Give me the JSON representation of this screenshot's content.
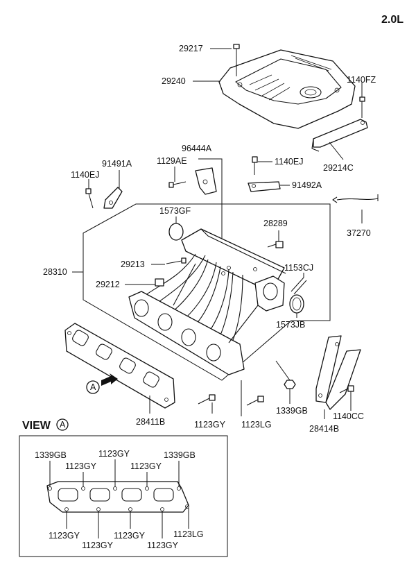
{
  "engine": "2.0L",
  "labels": {
    "c29217": "29217",
    "c29240": "29240",
    "c1140FZ": "1140FZ",
    "c29214C": "29214C",
    "c96444A": "96444A",
    "c1129AE": "1129AE",
    "c91491A": "91491A",
    "c1140EJ_l": "1140EJ",
    "c1140EJ_r": "1140EJ",
    "c91492A": "91492A",
    "c1573GF": "1573GF",
    "c28289": "28289",
    "c37270": "37270",
    "c28310": "28310",
    "c29213": "29213",
    "c29212": "29212",
    "c1153CJ": "1153CJ",
    "c1573JB": "1573JB",
    "c28411B": "28411B",
    "c1123GY": "1123GY",
    "c1123LG": "1123LG",
    "c1339GB": "1339GB",
    "c28414B": "28414B",
    "c1140CC": "1140CC",
    "arrow_a": "A"
  },
  "view": {
    "title": "VIEW",
    "marker": "A",
    "labels": {
      "v1339GB_l": "1339GB",
      "v1123GY_t1": "1123GY",
      "v1123GY_t2": "1123GY",
      "v1123GY_t3": "1123GY",
      "v1339GB_r": "1339GB",
      "v1123GY_b1": "1123GY",
      "v1123GY_b2": "1123GY",
      "v1123GY_b3": "1123GY",
      "v1123GY_b4": "1123GY",
      "v1123LG": "1123LG"
    }
  }
}
